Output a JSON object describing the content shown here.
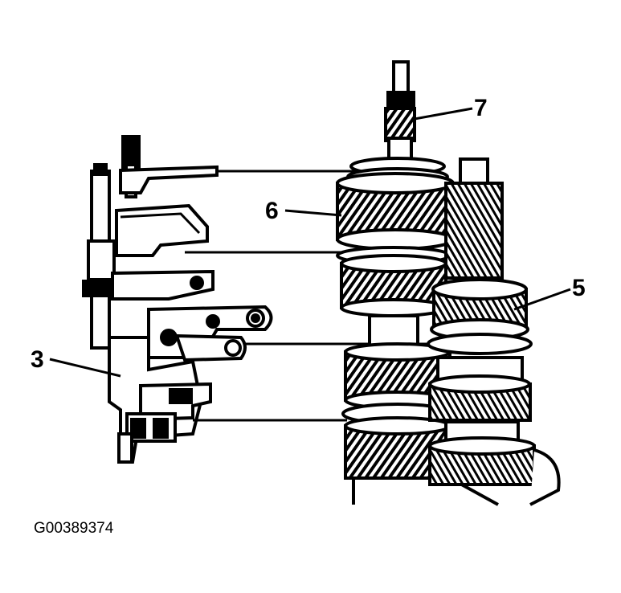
{
  "diagram": {
    "callouts": [
      {
        "id": "callout-3",
        "label": "3"
      },
      {
        "id": "callout-5",
        "label": "5"
      },
      {
        "id": "callout-6",
        "label": "6"
      },
      {
        "id": "callout-7",
        "label": "7"
      }
    ],
    "figure_id": "G00389374",
    "colors": {
      "ink": "#000000",
      "paper": "#ffffff"
    }
  }
}
